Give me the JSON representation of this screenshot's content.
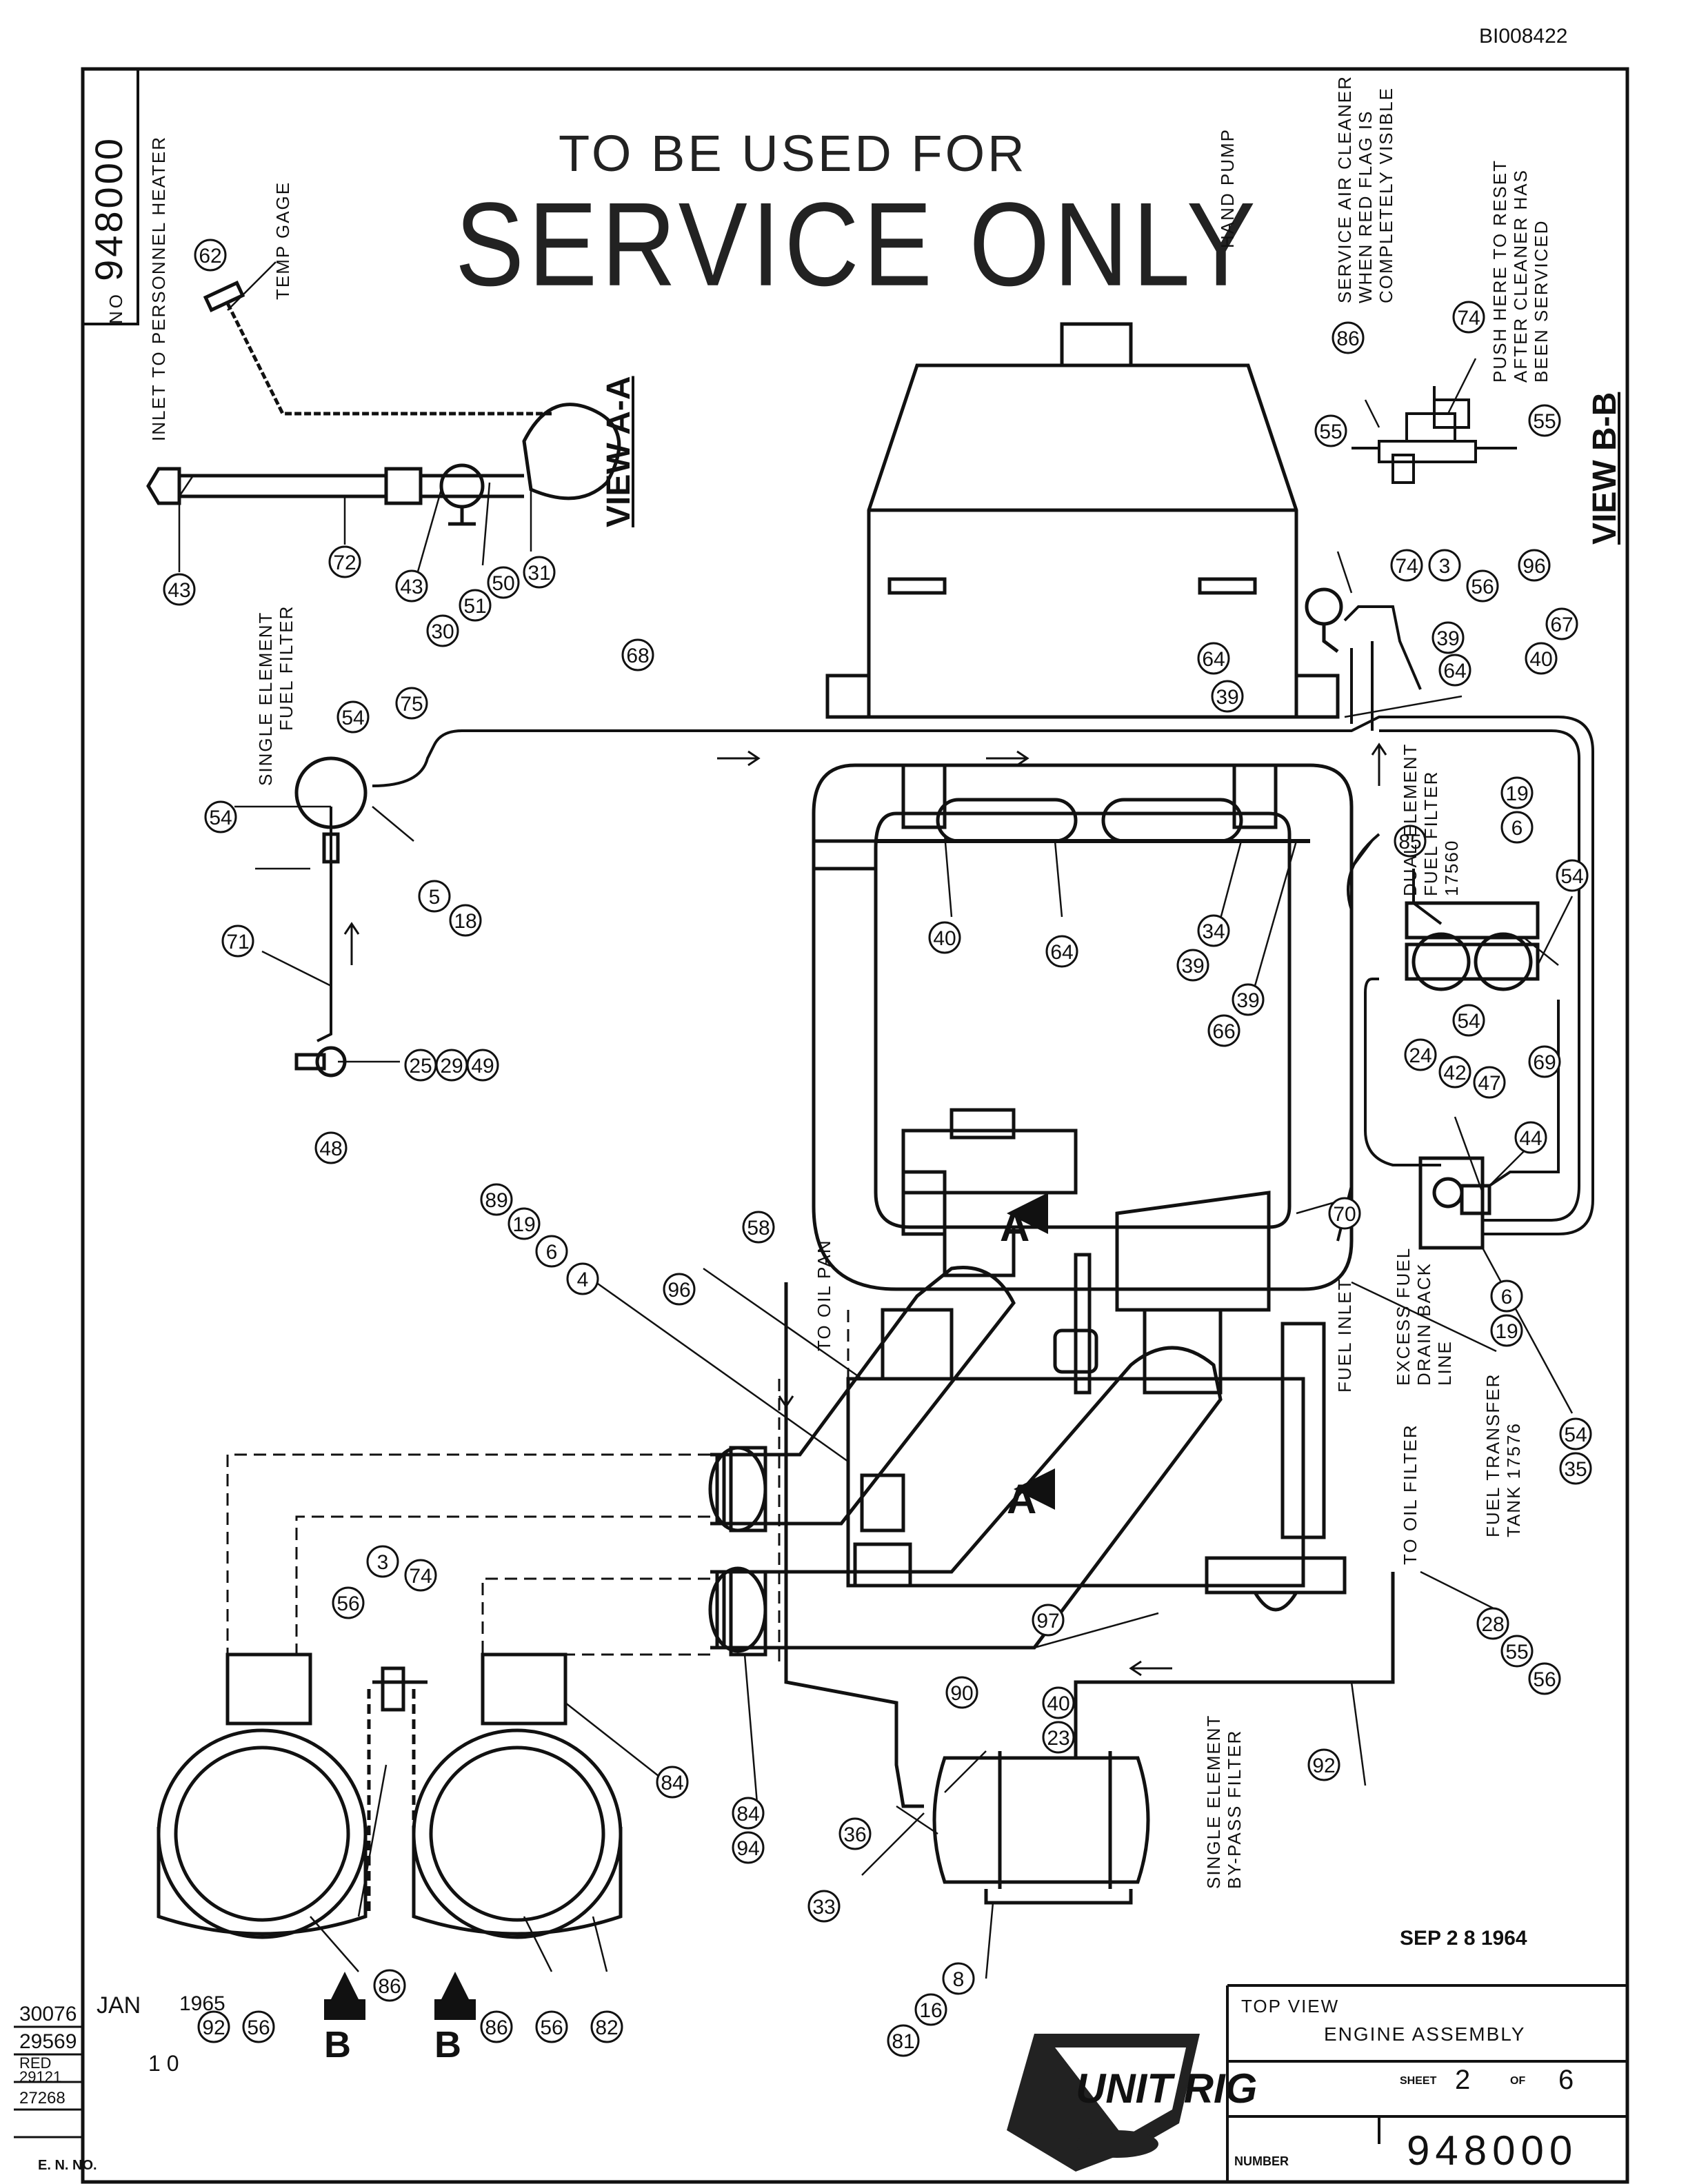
{
  "header": {
    "doc_code": "BI008422",
    "stamp_line1": "TO BE USED FOR",
    "stamp_line2": "SERVICE ONLY",
    "drawing_number_prefix": "NO",
    "drawing_number_side": "948000"
  },
  "views": {
    "view_a": "VIEW A-A",
    "view_b": "VIEW B-B",
    "section_marks": [
      "A",
      "A",
      "B",
      "B"
    ]
  },
  "labels": {
    "inlet_heater": "INLET TO PERSONNEL HEATER",
    "temp_gage": "TEMP GAGE",
    "hand_pump": "HAND PUMP",
    "service_air_1": "SERVICE AIR CLEANER",
    "service_air_2": "WHEN RED FLAG IS",
    "service_air_3": "COMPLETELY VISIBLE",
    "push_reset_1": "PUSH HERE TO RESET",
    "push_reset_2": "AFTER CLEANER HAS",
    "push_reset_3": "BEEN SERVICED",
    "single_filter_1": "SINGLE ELEMENT",
    "single_filter_2": "FUEL FILTER",
    "dual_filter_1": "DUAL ELEMENT",
    "dual_filter_2": "FUEL FILTER",
    "dual_filter_3": "17560",
    "to_oil_pan": "TO OIL PAN",
    "fuel_inlet": "FUEL INLET",
    "excess_fuel_1": "EXCESS FUEL",
    "excess_fuel_2": "DRAIN BACK",
    "excess_fuel_3": "LINE",
    "transfer_tank_1": "FUEL TRANSFER",
    "transfer_tank_2": "TANK 17576",
    "to_oil_filter": "TO OIL FILTER",
    "bypass_1": "SINGLE ELEMENT",
    "bypass_2": "BY-PASS FILTER",
    "date_stamp": "SEP 2 8 1964"
  },
  "callouts": [
    "62",
    "43",
    "72",
    "43",
    "30",
    "51",
    "50",
    "31",
    "68",
    "54",
    "75",
    "54",
    "5",
    "18",
    "71",
    "25",
    "29",
    "49",
    "48",
    "89",
    "19",
    "6",
    "4",
    "96",
    "58",
    "40",
    "64",
    "39",
    "34",
    "39",
    "66",
    "39",
    "64",
    "39",
    "64",
    "40",
    "67",
    "85",
    "6",
    "19",
    "54",
    "54",
    "24",
    "42",
    "47",
    "69",
    "44",
    "70",
    "19",
    "6",
    "35",
    "54",
    "86",
    "55",
    "74",
    "55",
    "74",
    "3",
    "56",
    "96",
    "28",
    "55",
    "56",
    "92",
    "23",
    "40",
    "90",
    "97",
    "3",
    "74",
    "56",
    "84",
    "94",
    "84",
    "36",
    "33",
    "81",
    "16",
    "8",
    "86",
    "56",
    "82",
    "92",
    "56",
    "86"
  ],
  "revisions": {
    "row1_no": "30076",
    "row1_month": "JAN",
    "row1_year": "1965",
    "row2_no": "29569",
    "row3_a": "RED",
    "row3_b": "29121",
    "row4_no": "27268",
    "row_mark": "1 0",
    "en_label": "E. N. NO."
  },
  "title_block": {
    "view": "TOP VIEW",
    "title": "ENGINE ASSEMBLY",
    "sheet_label": "SHEET",
    "sheet_no": "2",
    "of_label": "OF",
    "sheet_total": "6",
    "number_label": "NUMBER",
    "number": "948000",
    "logo_text": "UNIT RIG"
  }
}
